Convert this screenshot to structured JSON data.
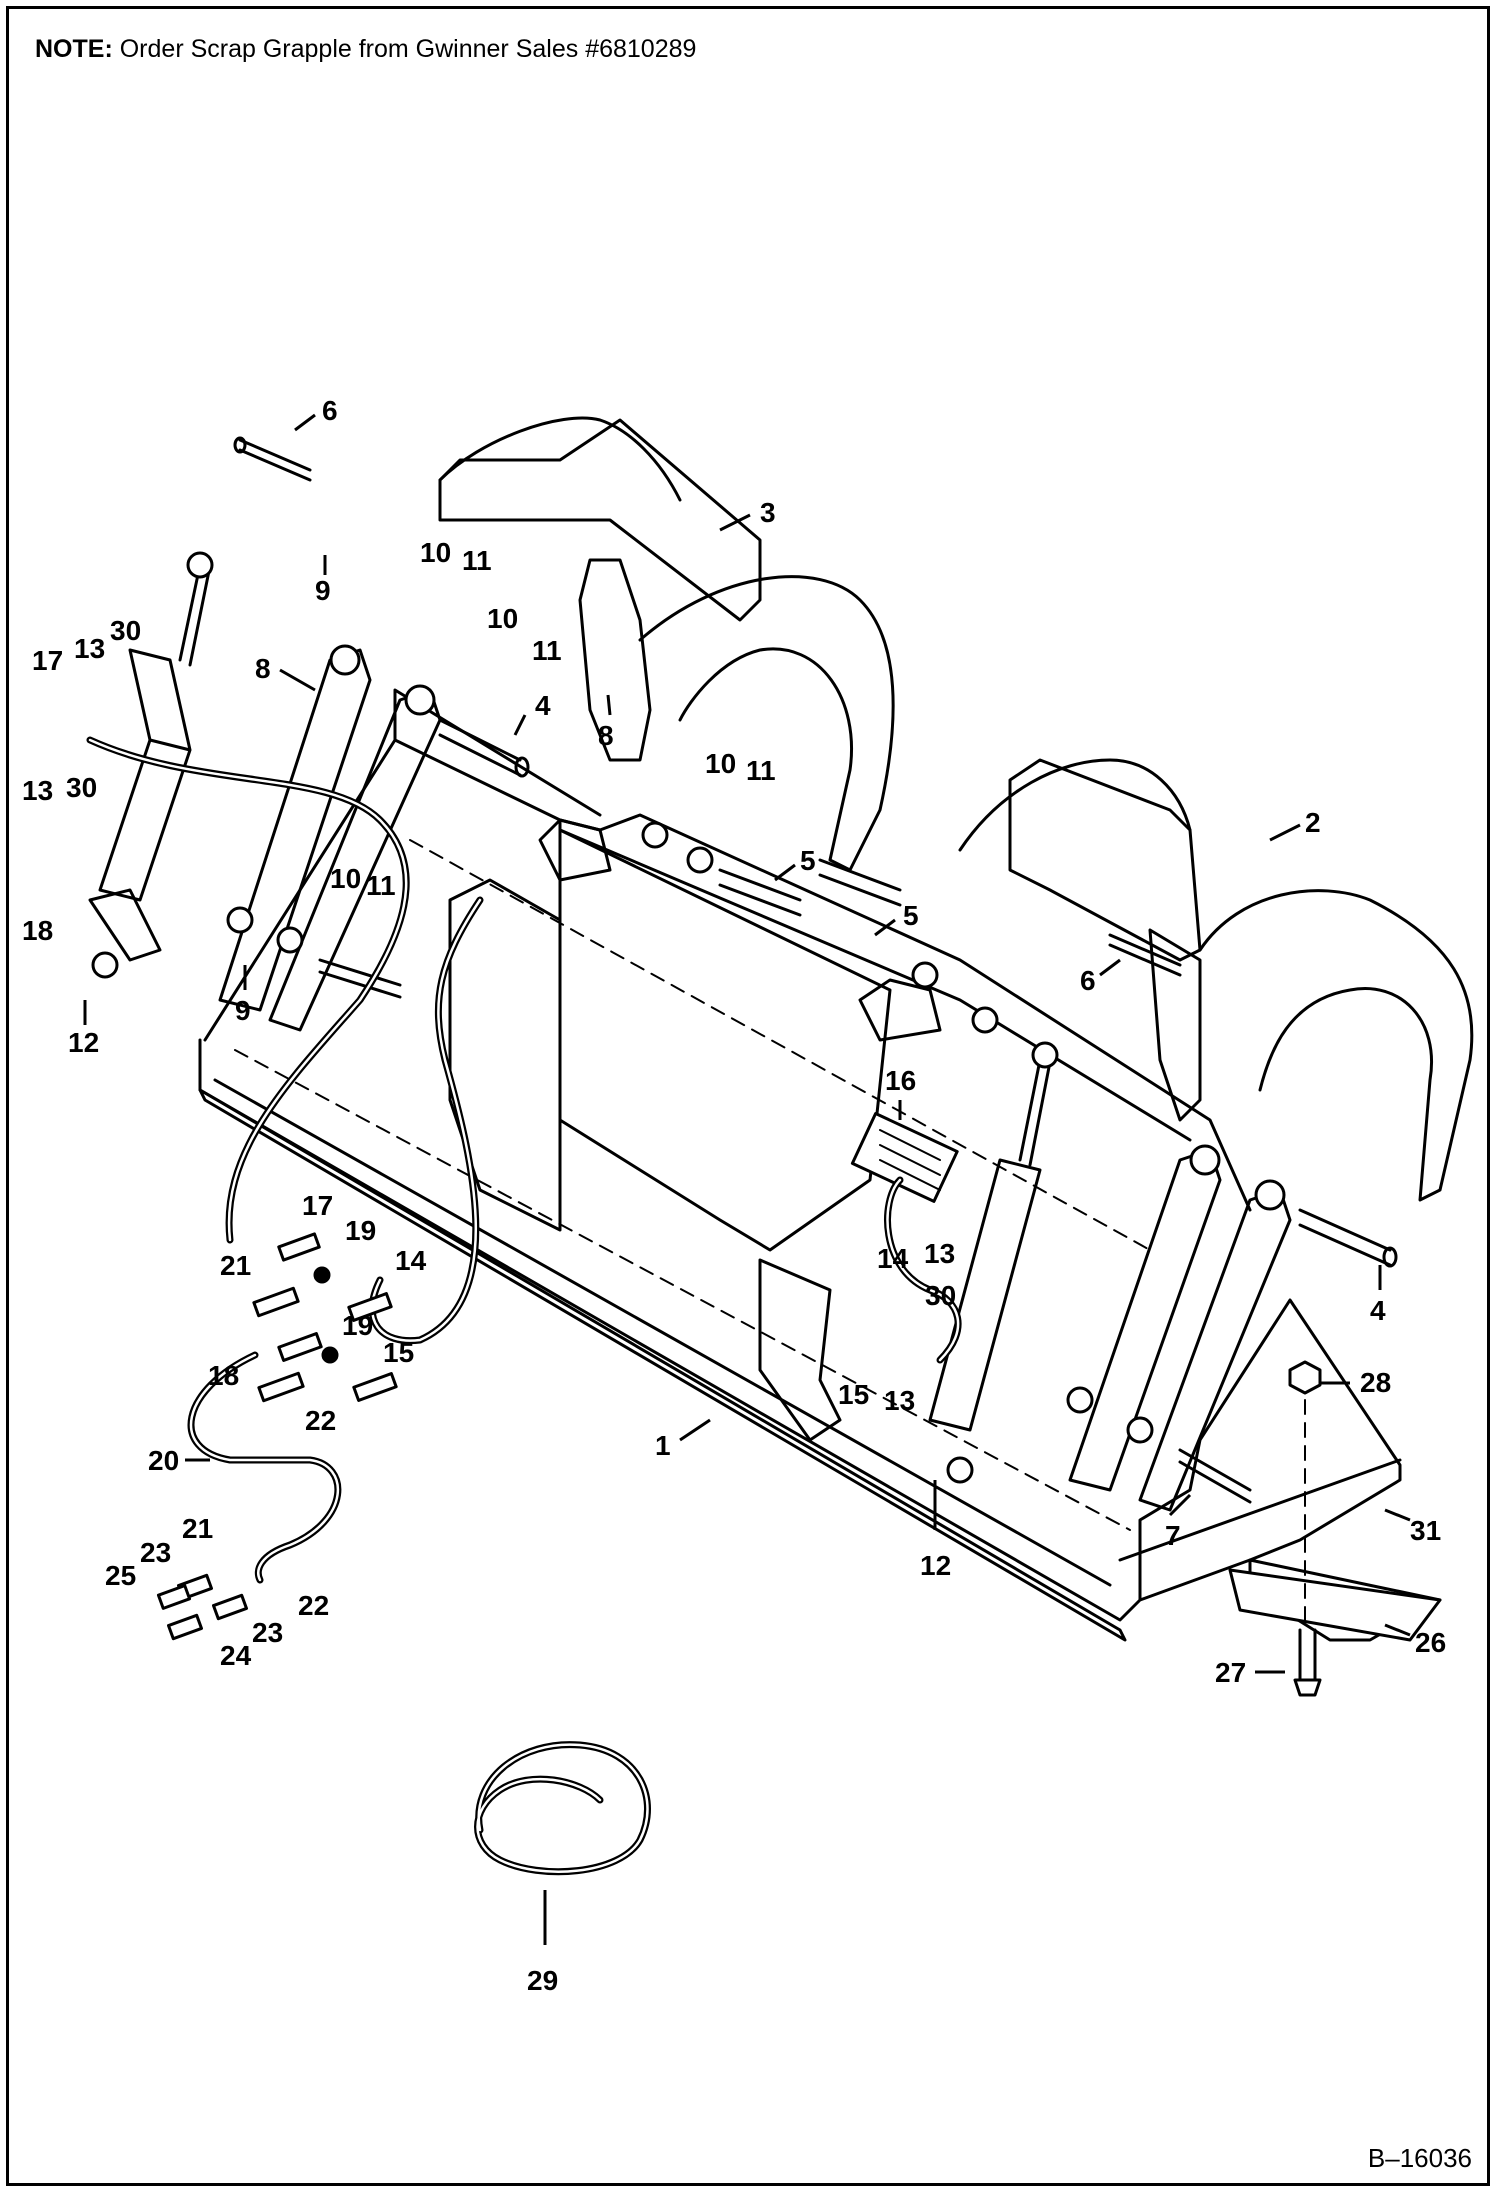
{
  "note": {
    "prefix": "NOTE:",
    "text": "Order Scrap Grapple from Gwinner Sales #6810289"
  },
  "reference_code": "B–16036",
  "callouts": [
    "1",
    "2",
    "3",
    "4",
    "4",
    "5",
    "5",
    "6",
    "6",
    "7",
    "8",
    "8",
    "9",
    "9",
    "10",
    "10",
    "10",
    "10",
    "11",
    "11",
    "11",
    "11",
    "12",
    "12",
    "13",
    "13",
    "13",
    "13",
    "14",
    "14",
    "15",
    "15",
    "16",
    "17",
    "17",
    "18",
    "18",
    "19",
    "19",
    "20",
    "21",
    "21",
    "22",
    "22",
    "23",
    "23",
    "24",
    "25",
    "26",
    "27",
    "28",
    "29",
    "30",
    "30",
    "30",
    "31"
  ]
}
